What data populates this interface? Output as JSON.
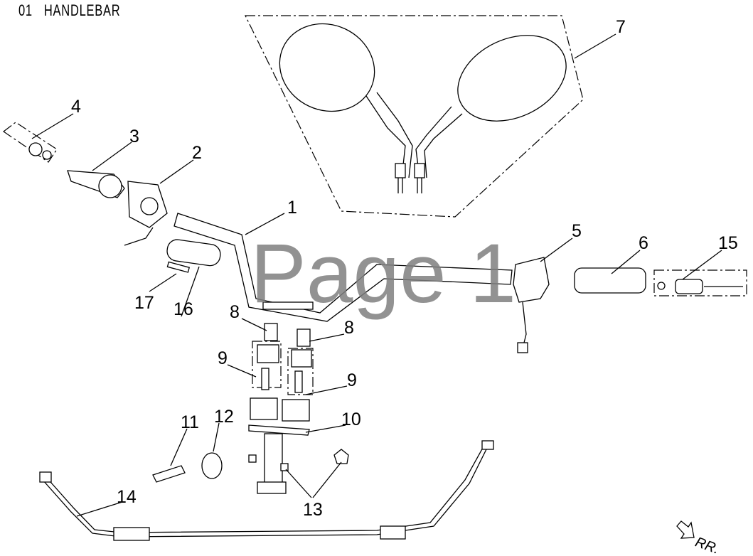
{
  "title": "01   HANDLEBAR",
  "watermark": "Page 1",
  "direction_label": "RR.",
  "callouts": [
    "1",
    "2",
    "3",
    "4",
    "5",
    "6",
    "7",
    "8",
    "8",
    "9",
    "9",
    "10",
    "11",
    "12",
    "13",
    "14",
    "15",
    "16",
    "17"
  ]
}
